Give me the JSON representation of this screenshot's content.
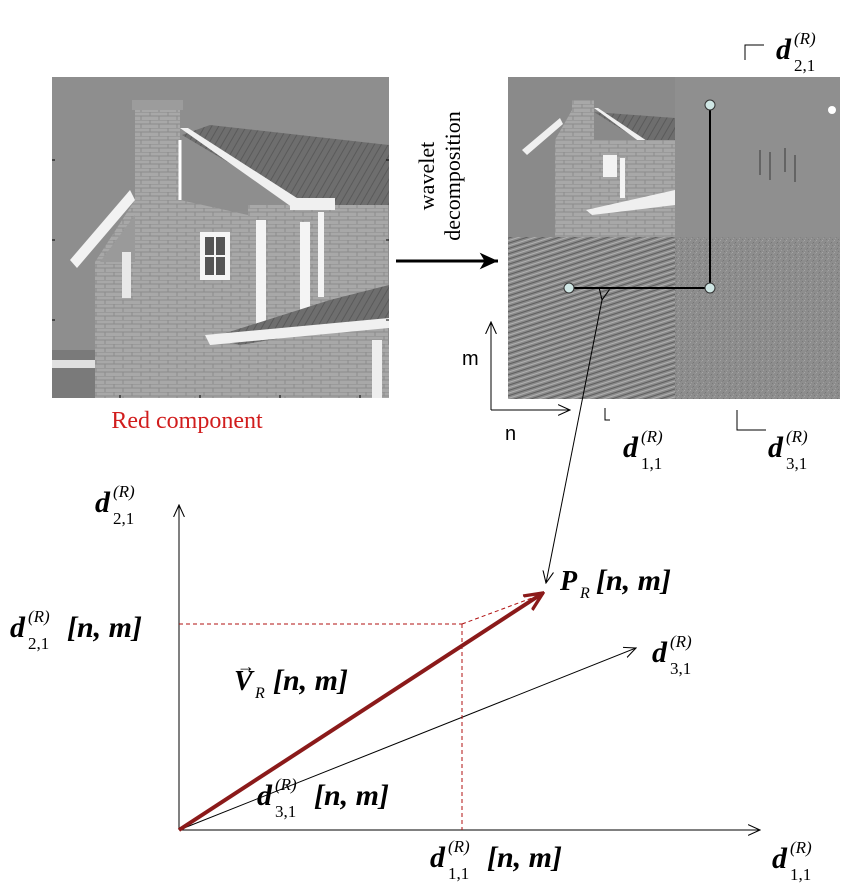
{
  "left_image": {
    "caption": "Red component",
    "caption_color": "#d11d1d"
  },
  "arrow_label": {
    "line1": "wavelet",
    "line2": "decomposition"
  },
  "axes": {
    "m": "m",
    "n": "n"
  },
  "bold_symbol": "d",
  "superscript": "(R)",
  "subscripts": {
    "d21": "2,1",
    "d11": "1,1",
    "d31": "3,1"
  },
  "coords": "[n, m]",
  "point_label": {
    "P": "P",
    "sub": "R",
    "coords": "[n, m]"
  },
  "vector_label": {
    "V": "V",
    "arrow": "→",
    "sub": "R",
    "coords": "[n, m]"
  },
  "colors": {
    "vector": "#8b1a1a",
    "dashed": "#b01010",
    "projection": "#e87722",
    "axis": "#000000",
    "marker": "#cfe6e4"
  }
}
